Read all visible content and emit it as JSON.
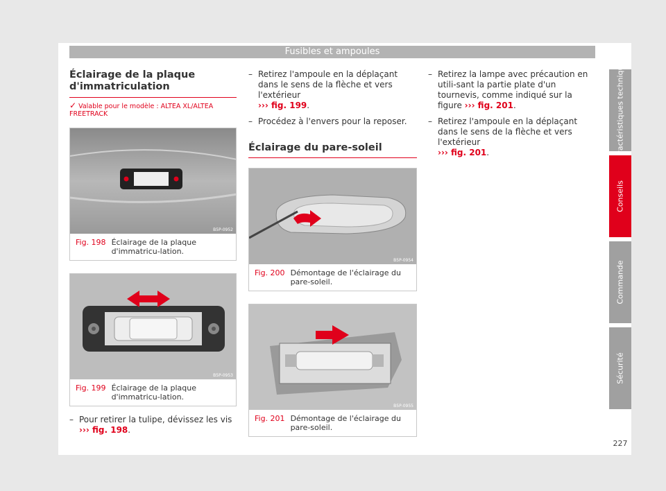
{
  "header": {
    "title": "Fusibles et ampoules"
  },
  "col1": {
    "section_title": "Éclairage de la plaque d'immatriculation",
    "valid_note": "Valable pour le modèle : ALTEA XL/ALTEA FREETRACK",
    "fig198": {
      "num": "Fig. 198",
      "caption": "Éclairage de la plaque d'immatricu-lation.",
      "code": "B5P-0952"
    },
    "fig199": {
      "num": "Fig. 199",
      "caption": "Éclairage de la plaque d'immatricu-lation.",
      "code": "B5P-0953"
    },
    "bullet1_text": "Pour retirer la tulipe, dévissez les vis",
    "bullet1_ref": "››› fig. 198",
    "bullet1_end": "."
  },
  "col2": {
    "bullet1_text": "Retirez l'ampoule en la déplaçant dans le sens de la flèche et vers l'extérieur",
    "bullet1_ref": "››› fig. 199",
    "bullet1_end": ".",
    "bullet2_text": "Procédez à l'envers pour la reposer.",
    "sub_title": "Éclairage du pare-soleil",
    "fig200": {
      "num": "Fig. 200",
      "caption": "Démontage de l'éclairage du pare-soleil.",
      "code": "B5P-0954"
    },
    "fig201": {
      "num": "Fig. 201",
      "caption": "Démontage de l'éclairage du pare-soleil.",
      "code": "B5P-0955"
    }
  },
  "col3": {
    "bullet1_text": "Retirez la lampe avec précaution en utili-sant la partie plate d'un tournevis, comme indiqué sur la figure",
    "bullet1_ref": "››› fig. 201",
    "bullet1_end": ".",
    "bullet2_text": "Retirez l'ampoule en la déplaçant dans le sens de la flèche et vers l'extérieur",
    "bullet2_ref": "››› fig. 201",
    "bullet2_end": "."
  },
  "tabs": [
    {
      "label": "Caractéristiques techniques"
    },
    {
      "label": "Conseils"
    },
    {
      "label": "Commande"
    },
    {
      "label": "Sécurité"
    }
  ],
  "page_number": "227",
  "colors": {
    "accent": "#e0001b",
    "tab_gray": "#a0a0a0",
    "header_gray": "#b3b3b3"
  }
}
